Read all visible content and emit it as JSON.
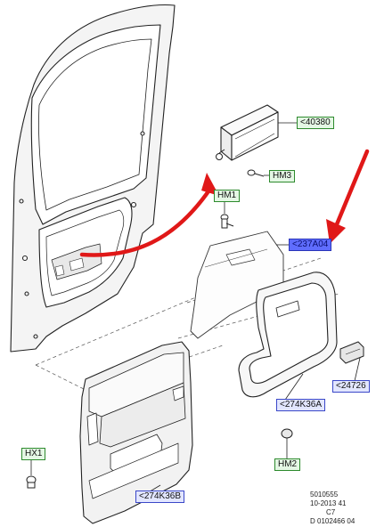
{
  "callouts": {
    "c40380": "<40380",
    "hm3": "HM3",
    "hm1": "HM1",
    "c237a04": "<237A04",
    "c24726": "<24726",
    "c274k36a": "<274K36A",
    "hm2": "HM2",
    "hx1": "HX1",
    "c274k36b": "<274K36B"
  },
  "footer": {
    "line1": "5010555",
    "line2": "10-2013 41",
    "line3": "C7",
    "line4": "D 0102466 04"
  },
  "colors": {
    "outline": "#222222",
    "door_fill": "#f4f4f4",
    "arrow_red": "#e01818",
    "label_green_border": "#2d8a2d",
    "label_blue_border": "#3a47c8"
  }
}
